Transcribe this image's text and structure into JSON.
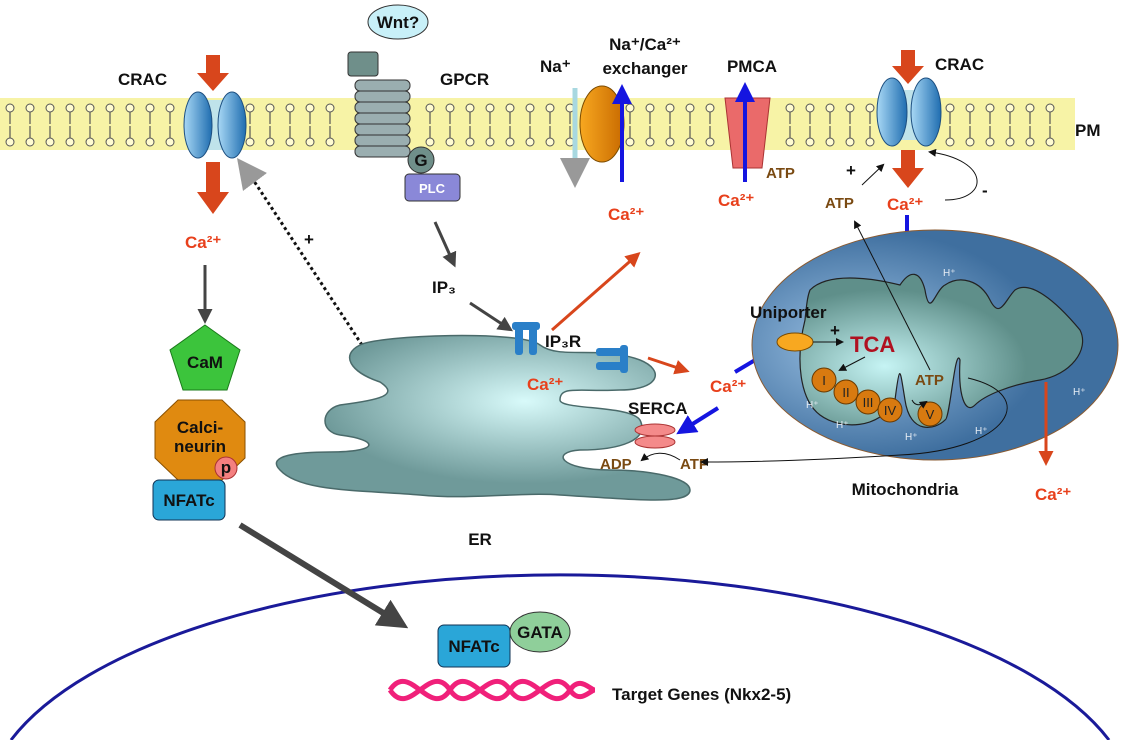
{
  "colors": {
    "membrane": "#f7f3a6",
    "calcium": "#e8401c",
    "channel": "#3a8fd0",
    "mitochondria": "#5f8fbf",
    "er": "#8fb8b8",
    "nucleus": "#1a1a99",
    "dna": "#f0207a"
  },
  "membrane": {
    "label": "PM"
  },
  "crac_left": {
    "label": "CRAC",
    "ca": "Ca²⁺"
  },
  "crac_right": {
    "label": "CRAC",
    "ca": "Ca²⁺",
    "atp": "ATP",
    "plus": "+",
    "minus": "-"
  },
  "gpcr": {
    "label": "GPCR",
    "ligand": "Wnt?",
    "g": "G",
    "plc": "PLC",
    "ip3": "IP₃"
  },
  "exchanger": {
    "na": "Na⁺",
    "label_line1": "Na⁺/Ca²⁺",
    "label_line2": "exchanger",
    "ca": "Ca²⁺"
  },
  "pmca": {
    "label": "PMCA",
    "atp": "ATP",
    "ca": "Ca²⁺"
  },
  "er": {
    "label": "ER",
    "ip3r": "IP₃R",
    "ca": "Ca²⁺",
    "serca": "SERCA",
    "adp": "ADP",
    "atp": "ATP",
    "plus": "+",
    "release_ca": "Ca²⁺"
  },
  "cytosol": {
    "ca": "Ca²⁺"
  },
  "mitochondria": {
    "label": "Mitochondria",
    "uniporter": "Uniporter",
    "plus": "+",
    "tca": "TCA",
    "complexes": [
      "I",
      "II",
      "III",
      "IV",
      "V"
    ],
    "atp": "ATP",
    "hplus": "H⁺",
    "efflux_ca": "Ca²⁺"
  },
  "signaling": {
    "cam": "CaM",
    "calcineurin_line1": "Calci-",
    "calcineurin_line2": "neurin",
    "p": "p",
    "nfatc": "NFATc"
  },
  "nucleus": {
    "nfatc": "NFATc",
    "gata": "GATA",
    "target": "Target Genes (Nkx2-5)"
  }
}
